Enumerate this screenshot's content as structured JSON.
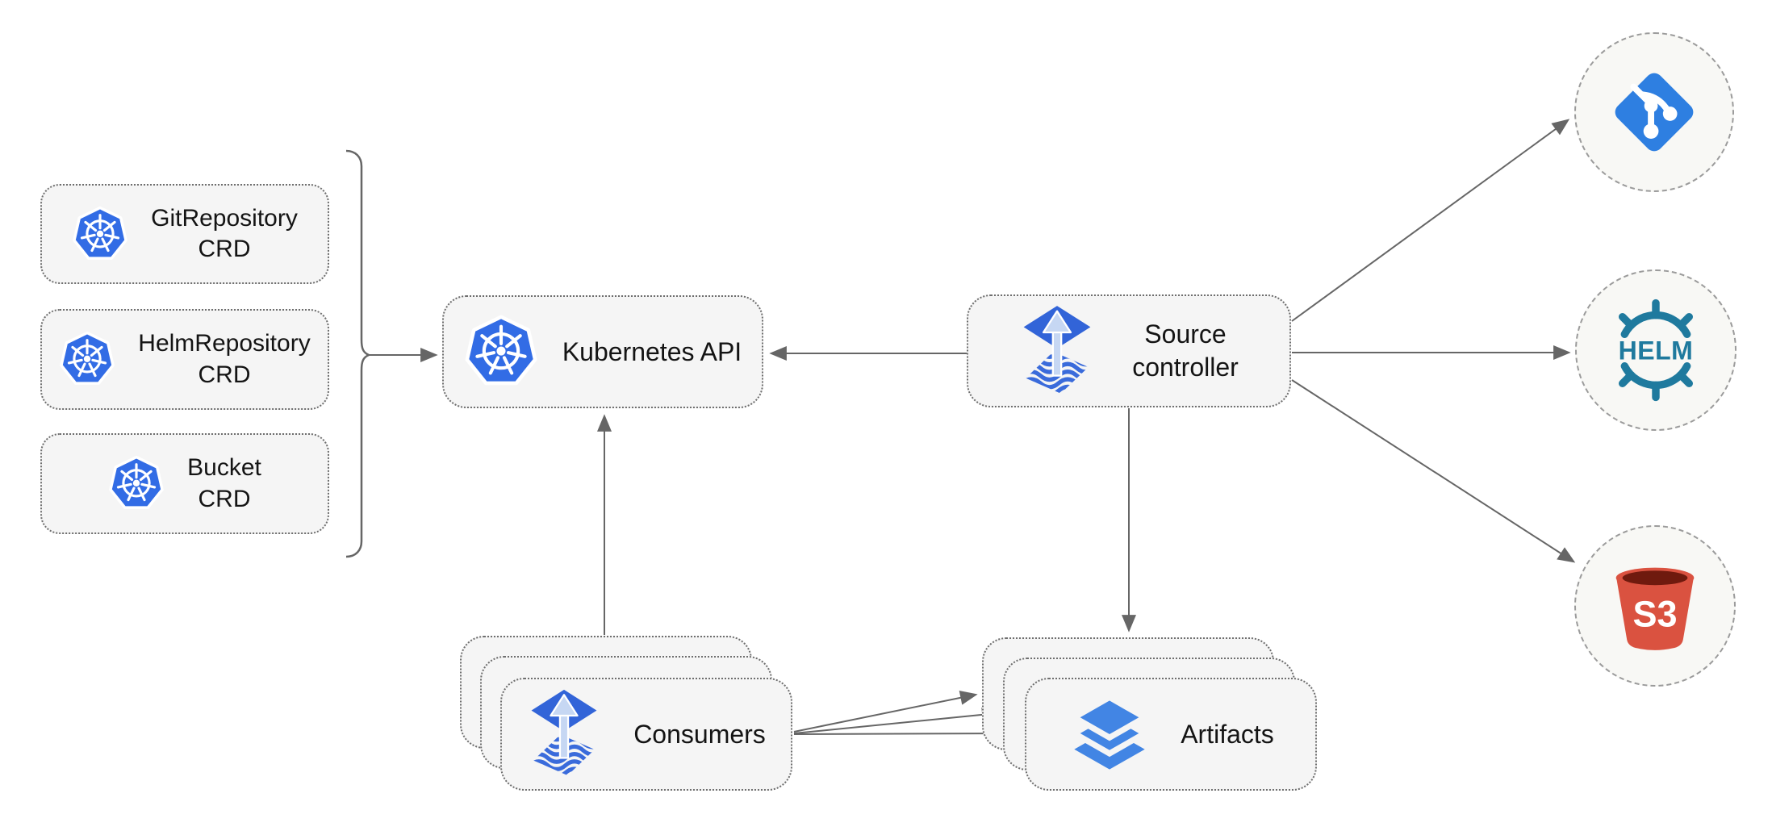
{
  "diagram": {
    "crds": [
      {
        "label": "GitRepository\nCRD"
      },
      {
        "label": "HelmRepository\nCRD"
      },
      {
        "label": "Bucket\nCRD"
      }
    ],
    "kubernetes_api": {
      "label": "Kubernetes API"
    },
    "source_controller": {
      "label": "Source\ncontroller"
    },
    "consumers": {
      "label": "Consumers"
    },
    "artifacts": {
      "label": "Artifacts"
    },
    "external_sources": {
      "git": {
        "name": "git"
      },
      "helm": {
        "name": "helm",
        "logo_text": "HELM"
      },
      "s3": {
        "name": "s3",
        "logo_text": "S3"
      }
    },
    "colors": {
      "kubernetes_blue": "#326ce5",
      "flux_diamond_blue": "#3264d8",
      "flux_arrow_light": "#c6d7f3",
      "flux_wave_blue": "#3a6bdb",
      "git_blue": "#2e7fe1",
      "helm_teal": "#1f7a9e",
      "s3_red": "#da5240",
      "s3_dark_maroon": "#6f1a0e",
      "layers_blue": "#4285e4",
      "connector_gray": "#666666",
      "box_fill": "#f5f5f5",
      "circle_fill": "#f8f8f5",
      "text_black": "#141414"
    }
  }
}
